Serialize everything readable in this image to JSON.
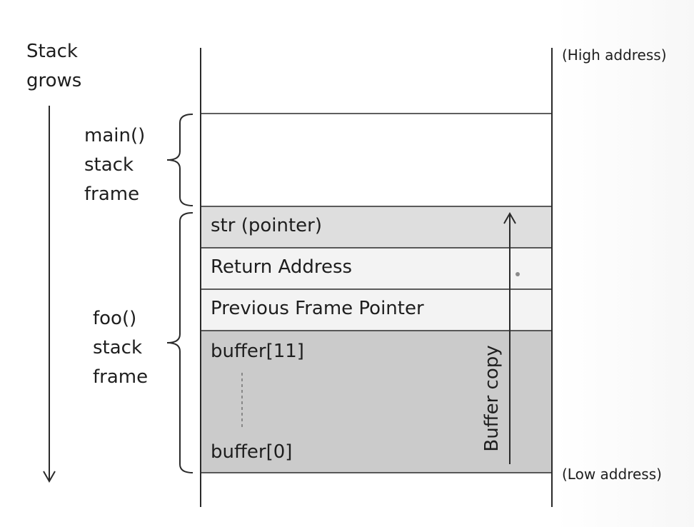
{
  "side_label": {
    "line1": "Stack",
    "line2": "grows"
  },
  "address": {
    "high": "(High address)",
    "low": "(Low address)"
  },
  "main_frame": {
    "line1": "main()",
    "line2": "stack",
    "line3": "frame"
  },
  "foo_frame": {
    "line1": "foo()",
    "line2": "stack",
    "line3": "frame"
  },
  "cells": {
    "str": "str (pointer)",
    "return_address": "Return Address",
    "prev_frame_pointer": "Previous Frame Pointer",
    "buffer_top": "buffer[11]",
    "buffer_bottom": "buffer[0]"
  },
  "copy_label": "Buffer copy",
  "colors": {
    "line": "#2a2a2a",
    "str_fill": "#dedede",
    "light_fill": "#f3f3f3",
    "buffer_fill": "#cbcbcb"
  }
}
